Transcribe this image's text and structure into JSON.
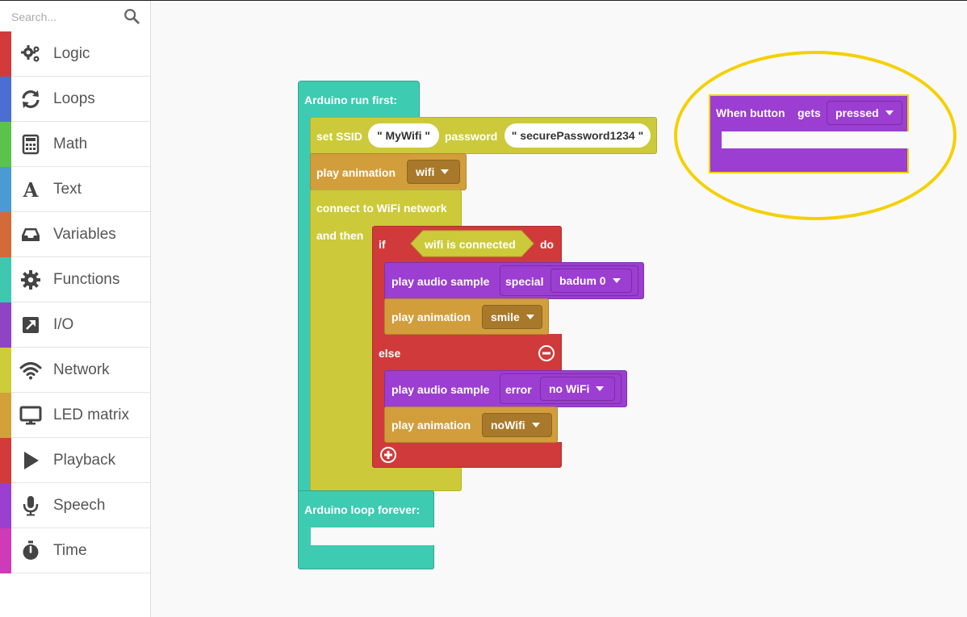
{
  "search": {
    "placeholder": "Search..."
  },
  "sidebar": {
    "items": [
      {
        "label": "Logic",
        "icon": "gears-icon",
        "color": "#d33a3a"
      },
      {
        "label": "Loops",
        "icon": "refresh-icon",
        "color": "#4a6fd3"
      },
      {
        "label": "Math",
        "icon": "calculator-icon",
        "color": "#5bc24a"
      },
      {
        "label": "Text",
        "icon": "text-a-icon",
        "color": "#4a9ad3"
      },
      {
        "label": "Variables",
        "icon": "inbox-icon",
        "color": "#d36a3a"
      },
      {
        "label": "Functions",
        "icon": "gear-icon",
        "color": "#3dc9b0"
      },
      {
        "label": "I/O",
        "icon": "external-link-icon",
        "color": "#8e44c4"
      },
      {
        "label": "Network",
        "icon": "wifi-icon",
        "color": "#cfcc3a"
      },
      {
        "label": "LED matrix",
        "icon": "monitor-icon",
        "color": "#d4a03a"
      },
      {
        "label": "Playback",
        "icon": "play-icon",
        "color": "#d33a3a"
      },
      {
        "label": "Speech",
        "icon": "microphone-icon",
        "color": "#9a3fd0"
      },
      {
        "label": "Time",
        "icon": "stopwatch-icon",
        "color": "#cf3ab8"
      }
    ]
  },
  "blocks": {
    "run_first": "Arduino run first:",
    "set_ssid": "set SSID",
    "ssid_value": "\" MyWifi \"",
    "password_label": "password",
    "password_value": "\" securePassword1234 \"",
    "play_animation_1": "play animation",
    "anim_1": "wifi",
    "connect": "connect to WiFi network",
    "and_then": "and then",
    "if": "if",
    "condition": "wifi is connected",
    "do": "do",
    "play_audio_1": "play audio sample",
    "audio_cat_1": "special",
    "audio_1": "badum 0",
    "play_animation_2": "play animation",
    "anim_2": "smile",
    "else": "else",
    "play_audio_2": "play audio sample",
    "audio_cat_2": "error",
    "audio_2": "no WiFi",
    "play_animation_3": "play animation",
    "anim_3": "noWifi",
    "loop_forever": "Arduino loop forever:",
    "when_button": "When button",
    "gets": "gets",
    "button_state": "pressed"
  },
  "colors": {
    "teal": "#3dcbb1",
    "olive": "#ccca3a",
    "orange": "#d29e3c",
    "red": "#d13a3a",
    "purple": "#9b3ed1",
    "highlight": "#f5d000"
  }
}
